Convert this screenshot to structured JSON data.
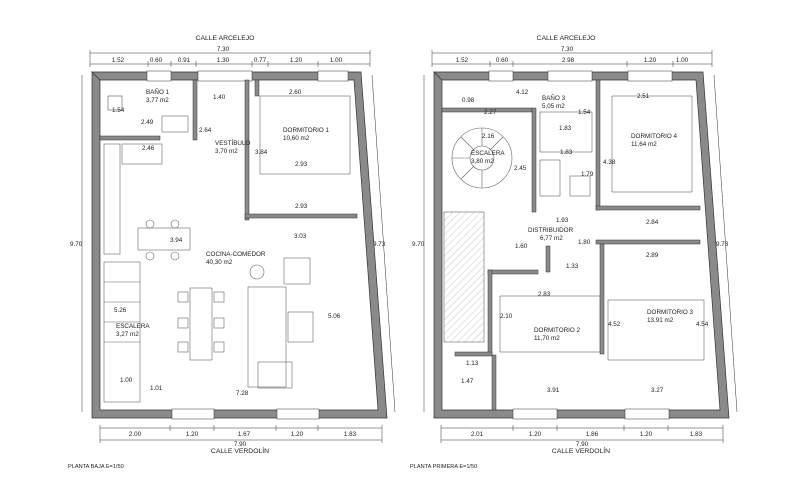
{
  "plans": [
    {
      "id": "ground",
      "caption": "PLANTA BAJA E=1/50",
      "street_top": "CALLE ARCELEJO",
      "street_bottom": "CALLE VERDOLÍN",
      "total_top": "7.30",
      "total_bottom": "7.90",
      "top_dims": [
        "1.52",
        "0.60",
        "0.91",
        "1.30",
        "0.77",
        "1.20",
        "1.00"
      ],
      "bottom_dims": [
        "2.00",
        "1.20",
        "1.67",
        "1.20",
        "1.83"
      ],
      "left_height": "9.70",
      "right_height": "9.73",
      "rooms": [
        {
          "name": "BAÑO 1",
          "area": "3,77 m2"
        },
        {
          "name": "VESTÍBULO",
          "area": "3,70 m2"
        },
        {
          "name": "DORMITORIO 1",
          "area": "10,60 m2"
        },
        {
          "name": "COCINA-COMEDOR",
          "area": "40,30 m2"
        },
        {
          "name": "ESCALERA",
          "area": "3,27 m2"
        }
      ],
      "inner_dims": [
        "1.54",
        "2.49",
        "1.40",
        "2.60",
        "2.64",
        "2.46",
        "3.84",
        "2.93",
        "2.93",
        "3.94",
        "3.03",
        "5.06",
        "5.26",
        "1.00",
        "1.01",
        "7.28"
      ]
    },
    {
      "id": "first",
      "caption": "PLANTA PRIMERA E=1/50",
      "street_top": "CALLE ARCELEJO",
      "street_bottom": "CALLE VERDOLÍN",
      "total_top": "7.30",
      "total_bottom": "7.90",
      "top_dims": [
        "1.52",
        "0.60",
        "2.98",
        "1.20",
        "1.00"
      ],
      "bottom_dims": [
        "2.01",
        "1.20",
        "1.86",
        "1.20",
        "1.83"
      ],
      "left_height": "9.70",
      "right_height": "9.73",
      "rooms": [
        {
          "name": "BAÑO 3",
          "area": "5,05 m2"
        },
        {
          "name": "DORMITORIO 4",
          "area": "11,64 m2"
        },
        {
          "name": "ESCALERA",
          "area": "3,80 m2"
        },
        {
          "name": "DISTRIBUIDOR",
          "area": "6,77 m2"
        },
        {
          "name": "DORMITORIO 2",
          "area": "11,70 m2"
        },
        {
          "name": "DORMITORIO 3",
          "area": "13,91 m2"
        }
      ],
      "inner_dims": [
        "0.98",
        "4.12",
        "2.51",
        "2.27",
        "1.54",
        "1.83",
        "2.16",
        "1.83",
        "4.38",
        "2.45",
        "1.79",
        "1.93",
        "2.84",
        "1.60",
        "1.80",
        "2.89",
        "1.33",
        "2.83",
        "2.10",
        "4.52",
        "4.54",
        "1.13",
        "1.47",
        "3.91",
        "3.27"
      ]
    }
  ]
}
